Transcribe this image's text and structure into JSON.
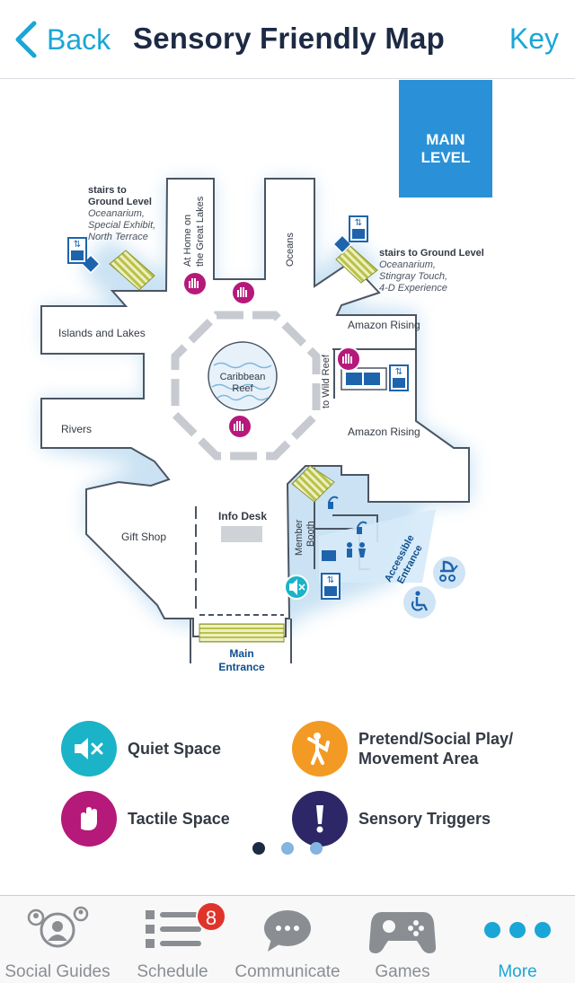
{
  "header": {
    "back_label": "Back",
    "title": "Sensory Friendly Map",
    "key_label": "Key"
  },
  "map": {
    "level_line1": "MAIN",
    "level_line2": "LEVEL",
    "stairs_left": {
      "line1": "stairs to",
      "line2": "Ground Level",
      "detail1": "Oceanarium,",
      "detail2": "Special Exhibit,",
      "detail3": "North Terrace"
    },
    "stairs_right": {
      "line1": "stairs to Ground Level",
      "detail1": "Oceanarium,",
      "detail2": "Stingray Touch,",
      "detail3": "4-D Experience"
    },
    "at_home_line1": "At Home on",
    "at_home_line2": "the Great Lakes",
    "oceans": "Oceans",
    "islands_and_lakes": "Islands and Lakes",
    "caribbean_line1": "Caribbean",
    "caribbean_line2": "Reef",
    "rivers": "Rivers",
    "amazon_rising_top": "Amazon Rising",
    "amazon_rising_bottom": "Amazon Rising",
    "to_wild_reef": "to Wild Reef",
    "gift_shop": "Gift Shop",
    "info_desk": "Info Desk",
    "member_booth_line1": "Member",
    "member_booth_line2": "Booth",
    "accessible_line1": "Accessible",
    "accessible_line2": "Entrance",
    "main_entrance_line1": "Main",
    "main_entrance_line2": "Entrance"
  },
  "legend": {
    "quiet_space": "Quiet Space",
    "pretend_line1": "Pretend/Social Play/",
    "pretend_line2": "Movement Area",
    "tactile_space": "Tactile Space",
    "sensory_triggers": "Sensory Triggers"
  },
  "pagination": {
    "total": 3,
    "current": 1
  },
  "tabs": {
    "social_guides": "Social Guides",
    "schedule": "Schedule",
    "schedule_badge": "8",
    "communicate": "Communicate",
    "games": "Games",
    "more": "More"
  },
  "colors": {
    "accent": "#1aa6d6",
    "quiet": "#1ab3c8",
    "tactile": "#b5197a",
    "pretend": "#f39a24",
    "triggers": "#2d2667",
    "level_box": "#2a91d8",
    "badge": "#e0342b"
  }
}
